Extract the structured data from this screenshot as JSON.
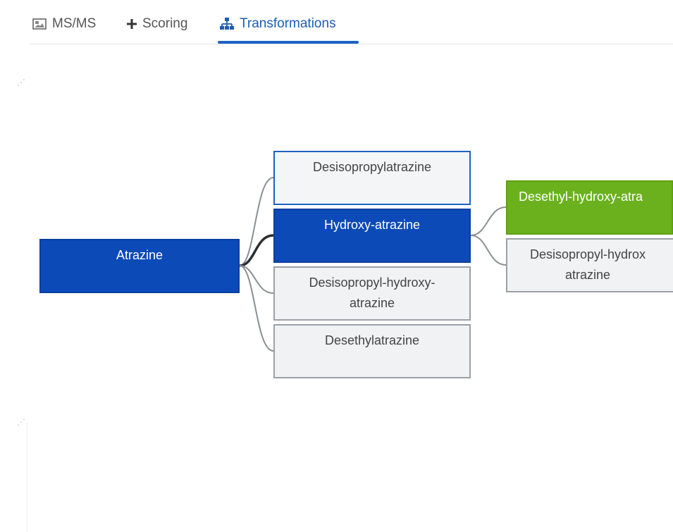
{
  "tabs": [
    {
      "label": "MS/MS",
      "icon": "image-icon",
      "active": false
    },
    {
      "label": "Scoring",
      "icon": "plus-icon",
      "active": false
    },
    {
      "label": "Transformations",
      "icon": "sitemap-icon",
      "active": true
    }
  ],
  "tree": {
    "root": {
      "label": "Atrazine",
      "state": "selected"
    },
    "level1": [
      {
        "label": "Desisopropylatrazine",
        "state": "highlighted"
      },
      {
        "label": "Hydroxy-atrazine",
        "state": "selected"
      },
      {
        "label": "Desisopropyl-hydroxy-atrazine",
        "line1": "Desisopropyl-hydroxy-",
        "line2": "atrazine",
        "state": "default"
      },
      {
        "label": "Desethylatrazine",
        "state": "default"
      }
    ],
    "level2": [
      {
        "label": "Desethyl-hydroxy-atra",
        "state": "match"
      },
      {
        "label": "Desisopropyl-hydrox",
        "line1": "Desisopropyl-hydrox",
        "line2": "atrazine",
        "state": "default"
      }
    ]
  },
  "colors": {
    "selected": "#0c4ab8",
    "match": "#6bb11e",
    "accent": "#1d62c3",
    "link": "#8a8f94",
    "link_active": "#2b2f33"
  }
}
